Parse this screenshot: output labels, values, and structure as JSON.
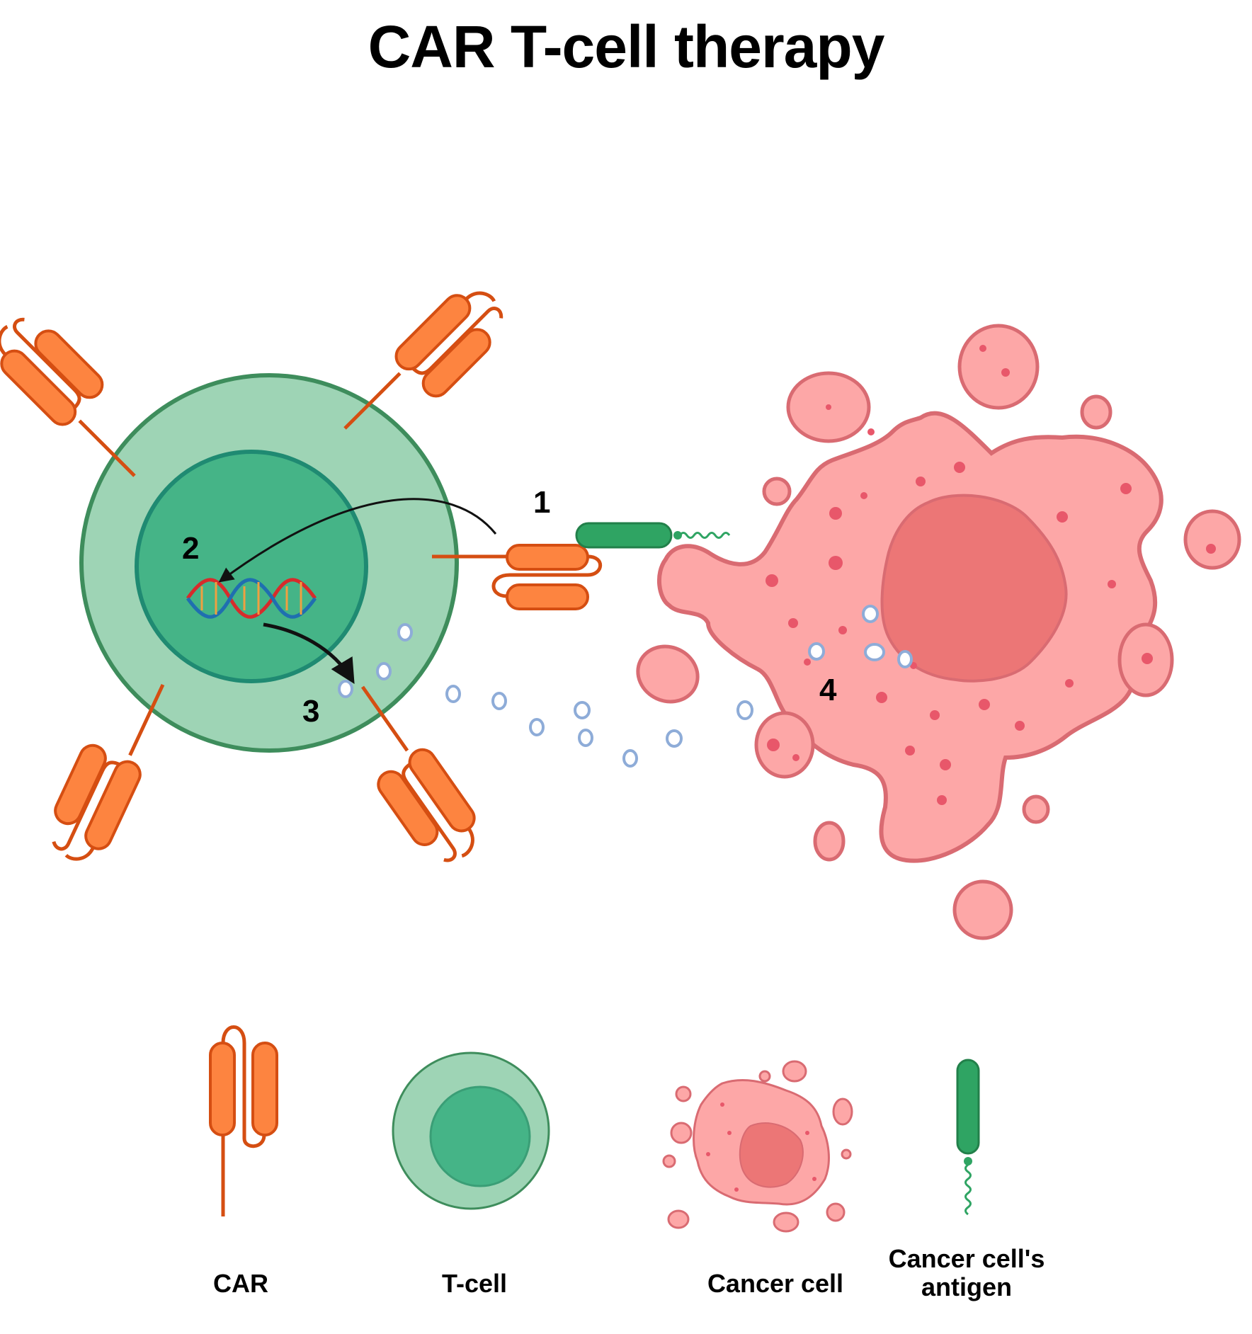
{
  "title": "CAR T-cell therapy",
  "steps": [
    "1",
    "2",
    "3",
    "4"
  ],
  "legend": [
    {
      "label": "CAR",
      "icon": "car-receptor-icon"
    },
    {
      "label": "T-cell",
      "icon": "t-cell-icon"
    },
    {
      "label": "Cancer cell",
      "icon": "cancer-cell-icon"
    },
    {
      "label": "Cancer cell's antigen",
      "icon": "antigen-icon"
    }
  ],
  "colors": {
    "car_orange": "#fd8440",
    "car_stroke": "#d54e12",
    "tcell_outer": "#9ed4b5",
    "tcell_inner": "#45b487",
    "tcell_stroke": "#3e8d5c",
    "cancer_fill": "#fda7a7",
    "cancer_stroke": "#d96b72",
    "cancer_nucleus": "#ec7676",
    "antigen_green": "#2fa463",
    "vesicle": "#8eacd8"
  }
}
